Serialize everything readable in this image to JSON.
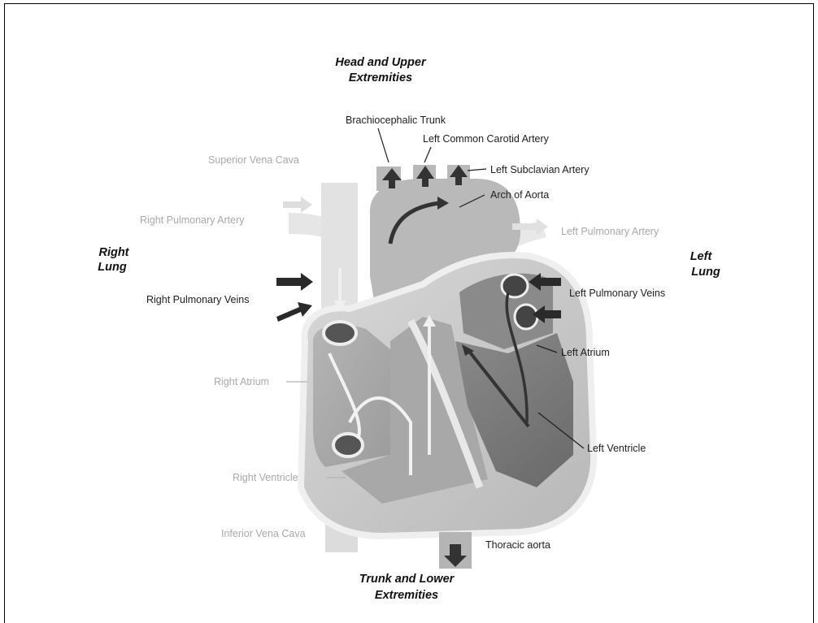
{
  "regions": {
    "head_line1": "Head and Upper",
    "head_line2": "Extremities",
    "right_lung_line1": "Right",
    "right_lung_line2": "Lung",
    "left_lung_line1": "Left",
    "left_lung_line2": "Lung",
    "trunk_line1": "Trunk and Lower",
    "trunk_line2": "Extremities"
  },
  "labels": {
    "brachiocephalic_trunk": "Brachiocephalic Trunk",
    "left_common_carotid_artery": "Left Common Carotid Artery",
    "superior_vena_cava": "Superior Vena Cava",
    "left_subclavian_artery": "Left Subclavian Artery",
    "arch_of_aorta": "Arch of Aorta",
    "right_pulmonary_artery": "Right Pulmonary Artery",
    "left_pulmonary_artery": "Left Pulmonary Artery",
    "right_pulmonary_veins": "Right Pulmonary Veins",
    "left_pulmonary_veins": "Left Pulmonary Veins",
    "left_atrium": "Left Atrium",
    "right_atrium": "Right Atrium",
    "left_ventricle": "Left Ventricle",
    "right_ventricle": "Right Ventricle",
    "inferior_vena_cava": "Inferior Vena Cava",
    "thoracic_aorta": "Thoracic aorta"
  }
}
